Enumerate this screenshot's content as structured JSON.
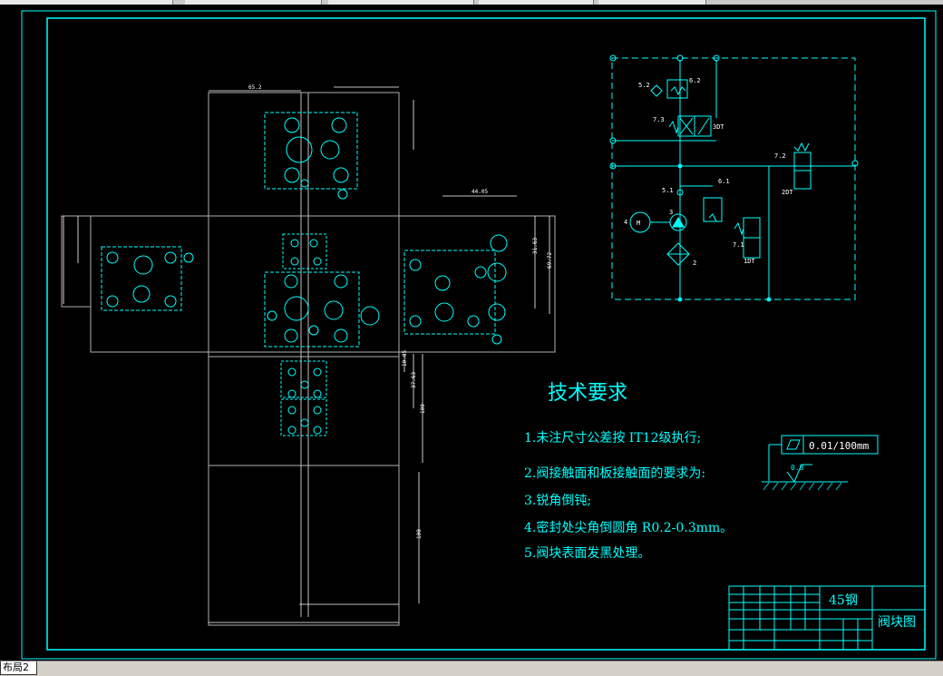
{
  "tech_requirements": {
    "title": "技术要求",
    "items": [
      "1.未注尺寸公差按 IT12级执行;",
      "2.阀接触面和板接触面的要求为:",
      "3.锐角倒钝;",
      "4.密封处尖角倒圆角 R0.2-0.3mm。",
      "5.阀块表面发黑处理。"
    ]
  },
  "flatness_tolerance": "0.01/100mm",
  "flatness_symbol": "parallelogram-flatness-icon",
  "surface_roughness": "0.8",
  "title_block": {
    "material": "45钢",
    "drawing_name": "阀块图"
  },
  "schematic_labels": {
    "l52": "5.2",
    "l62": "6.2",
    "l73": "7.3",
    "l72": "7.2",
    "l51": "5.1",
    "l61": "6.1",
    "l3": "3",
    "l4": "4",
    "lM": "M",
    "l71": "7.1",
    "l2": "2",
    "c3": "3DT",
    "c2": "2DT",
    "c1": "1DT"
  },
  "dimensions": {
    "d_top": "65.2",
    "d_right_w": "44.05",
    "d_right_h1": "31.63",
    "d_right_h2": "69.72",
    "d_mid1": "10.05",
    "d_mid2": "37.63",
    "d_mid3": "100",
    "d_low": "100"
  },
  "status_bar": {
    "layout_tab": "布局2"
  },
  "colors": {
    "line": "#00ffff",
    "dim": "#ffffff",
    "background": "#000000"
  }
}
